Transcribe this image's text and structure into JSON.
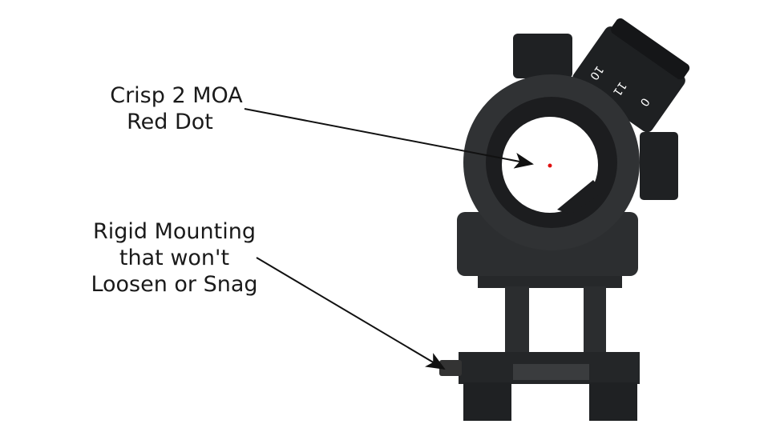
{
  "callouts": [
    {
      "lines": [
        "Crisp 2 MOA",
        "Red Dot"
      ]
    },
    {
      "lines": [
        "Rigid Mounting",
        "that won't",
        "Loosen or Snag"
      ]
    }
  ],
  "dial_markings": [
    "10",
    "11",
    "0"
  ],
  "colors": {
    "body": "#2a2c2e",
    "dot": "#e01010",
    "text": "#1a1a1a",
    "background": "#ffffff"
  }
}
